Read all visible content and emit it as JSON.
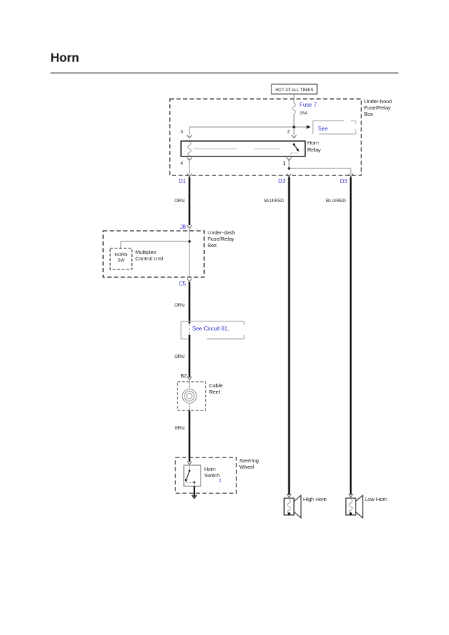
{
  "page_title": "Horn",
  "colors": {
    "link_blue": "#3333cc",
    "diagram_black": "#1a1a1a"
  },
  "power": {
    "hot_label": "HOT AT ALL TIMES",
    "fuse_name": "Fuse 7",
    "fuse_rating": "15A",
    "see_ref_label": "See"
  },
  "underhood_box": {
    "label_line1": "Under-hood",
    "label_line2": "Fuse/Relay",
    "label_line3": "Box",
    "relay": {
      "label_line1": "Horn",
      "label_line2": "Relay",
      "pin_top_left": "3",
      "pin_top_right": "2",
      "pin_bottom_left": "4",
      "pin_bottom_right": "1"
    },
    "connectors": {
      "left": "D1",
      "middle": "D2",
      "right": "D3"
    }
  },
  "wire_labels": {
    "orn_1": "ORN",
    "blu_red_1": "BLU/RED",
    "blu_red_2": "BLU/RED",
    "orn_2": "ORN",
    "orn_3": "ORN",
    "brn_1": "BRN"
  },
  "underdash_box": {
    "connector_top": "J8",
    "connector_bottom": "C5",
    "label_line1": "Under-dash",
    "label_line2": "Fuse/Relay",
    "label_line3": "Box",
    "horn_sw_line1": "HORN",
    "horn_sw_line2": "SW",
    "mcu_line1": "Multiplex",
    "mcu_line2": "Control Unit"
  },
  "circuit_ref_label": "See Circuit 61,",
  "cable_reel": {
    "connector": "B2",
    "label_line1": "Cable",
    "label_line2": "Reel"
  },
  "steering_wheel": {
    "label_line1": "Steering",
    "label_line2": "Wheel",
    "switch_line1": "Horn",
    "switch_line2": "Switch",
    "page_ref": "2"
  },
  "horns": {
    "high_label": "High Horn",
    "low_label": "Low Horn"
  }
}
